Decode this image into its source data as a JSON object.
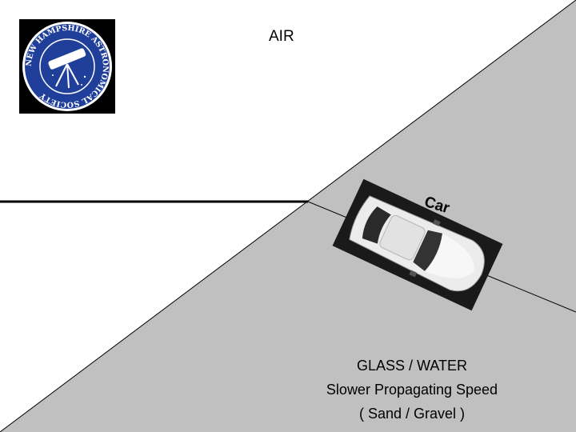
{
  "labels": {
    "air": "AIR",
    "car": "Car",
    "medium_line1": "GLASS / WATER",
    "medium_line2": "Slower Propagating Speed",
    "medium_line3": "( Sand / Gravel )"
  },
  "logo": {
    "text": "NEW HAMPSHIRE ASTRONOMICAL SOCIETY",
    "icon": "telescope-icon",
    "ring_color": "#ffffff",
    "disc_color": "#1f3f9a"
  },
  "colors": {
    "background": "#ffffff",
    "medium_fill": "#c0c0c0",
    "line": "#000000",
    "car_body": "#ececec"
  }
}
